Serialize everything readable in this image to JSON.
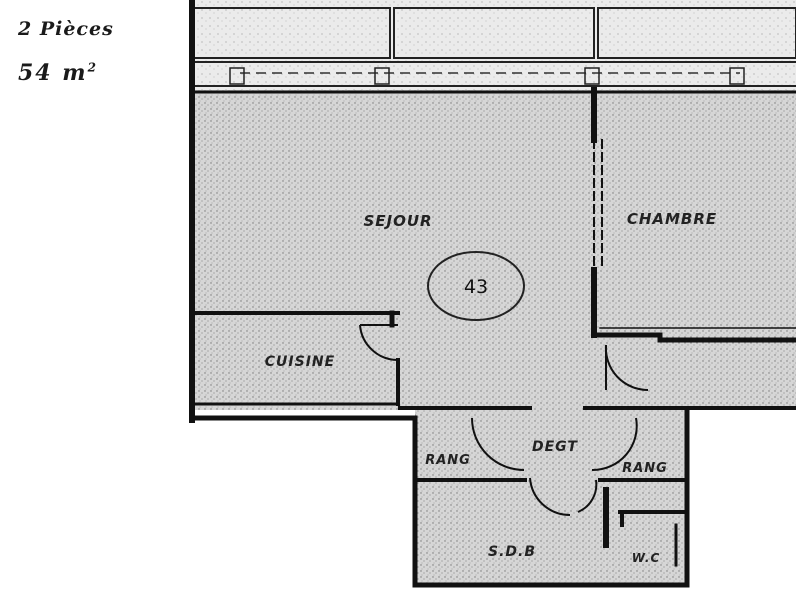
{
  "notes": {
    "rooms": "2 Pièces",
    "area_value": "54 m",
    "area_exp": "2"
  },
  "plan": {
    "lot_number": "43",
    "rooms": {
      "sejour": "SEJOUR",
      "chambre": "CHAMBRE",
      "cuisine": "CUISINE",
      "degt": "DEGT",
      "rang_left": "RANG",
      "rang_right": "RANG",
      "sdb": "S.D.B",
      "wc": "W.C"
    }
  },
  "colors": {
    "wall": "#111111",
    "fill": "#cfcfcf",
    "line": "#222222"
  }
}
